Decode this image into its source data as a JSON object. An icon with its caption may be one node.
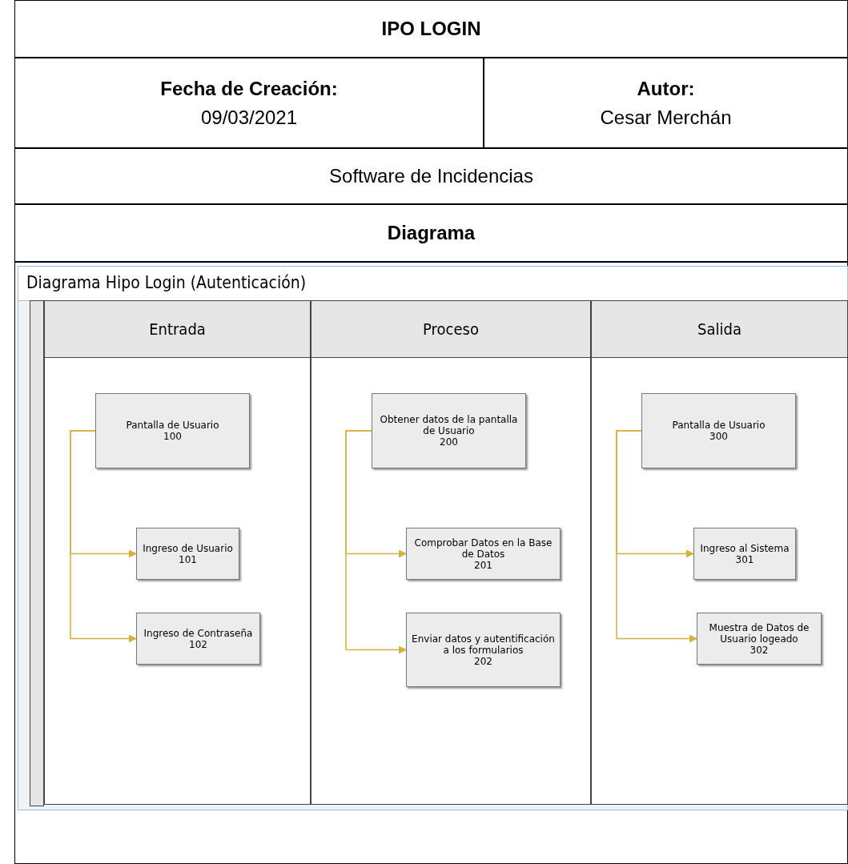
{
  "diagram": {
    "title": "IPO LOGIN",
    "nodes": [
      {
        "text": [
          "Diagrama Hipo Login (Autenticación)"
        ]
      },
      {
        "text": [
          "Entrada"
        ],
        "in": 0
      },
      {
        "text": [
          "Pantalla de Usuario",
          "100"
        ],
        "in": 1
      },
      {
        "text": [
          "Ingreso de Usuario",
          "101"
        ],
        "in": 1
      },
      {
        "text": [
          "Ingreso de Contraseña",
          "102"
        ],
        "in": 1
      },
      {
        "text": [
          "Proceso"
        ],
        "in": 0
      },
      {
        "text": [
          "Obtener datos de la pantalla de Usuario",
          "200"
        ],
        "in": 5
      },
      {
        "text": [
          "Comprobar Datos en la Base de Datos",
          "201"
        ],
        "in": 5
      },
      {
        "text": [
          "Enviar datos y autentificación a los formularios",
          "202"
        ],
        "in": 5
      },
      {
        "text": [
          "Salida"
        ],
        "in": 0
      },
      {
        "text": [
          "Pantalla de Usuario",
          "300"
        ],
        "in": 9
      },
      {
        "text": [
          "Ingreso al Sistema",
          "301"
        ],
        "in": 9
      },
      {
        "text": [
          "Muestra de Datos de Usuario logeado",
          "302"
        ],
        "in": 9
      }
    ],
    "edges": [
      {
        "from": 2,
        "to": 3,
        "arrow": "to"
      },
      {
        "from": 2,
        "to": 4,
        "arrow": "to"
      },
      {
        "from": 6,
        "to": 7,
        "arrow": "to"
      },
      {
        "from": 6,
        "to": 8,
        "arrow": "to"
      },
      {
        "from": 10,
        "to": 11,
        "arrow": "to"
      },
      {
        "from": 10,
        "to": 12,
        "arrow": "to"
      }
    ],
    "labels": [
      "Fecha de Creación:",
      "Autor:",
      "09/03/2021",
      "Cesar Merchán",
      "Software de Incidencias",
      "Diagrama"
    ]
  }
}
